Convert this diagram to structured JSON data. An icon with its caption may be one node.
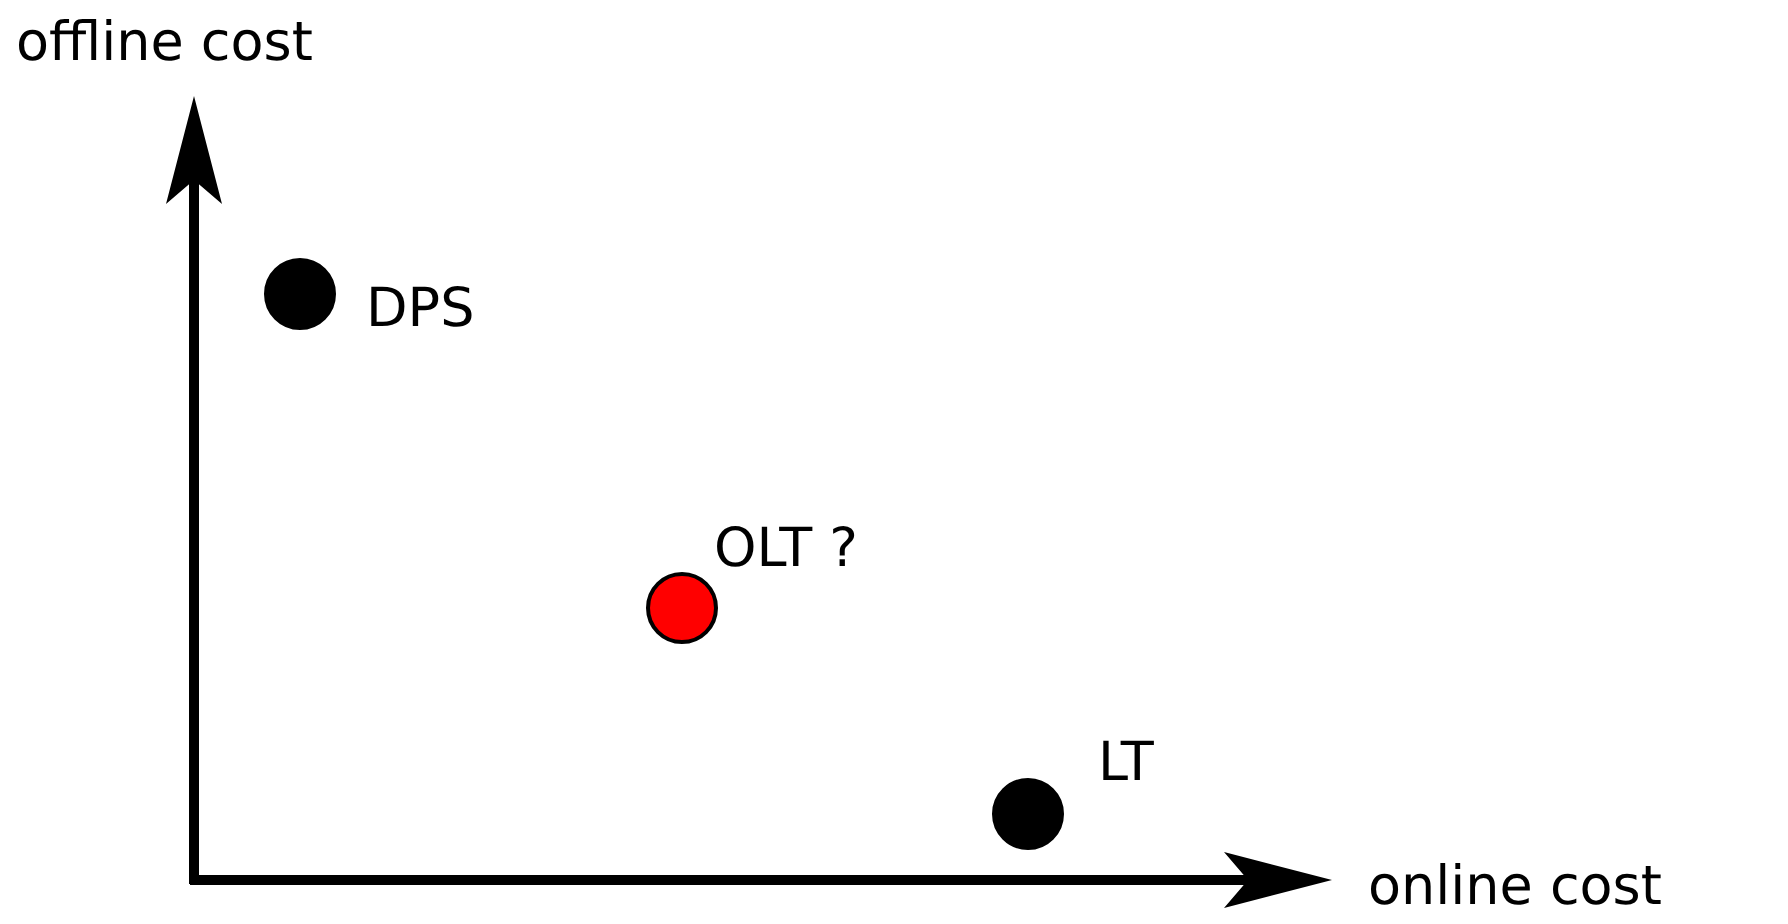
{
  "diagram": {
    "nodes": [
      {
        "text": [],
        "shape": "circle",
        "beside": [
          "DPS"
        ]
      },
      {
        "text": [],
        "shape": "circle",
        "beside": [
          "OLT ?"
        ]
      },
      {
        "text": [],
        "shape": "circle",
        "beside": [
          "LT"
        ]
      }
    ],
    "labels": [
      "offline cost",
      "online cost"
    ]
  }
}
